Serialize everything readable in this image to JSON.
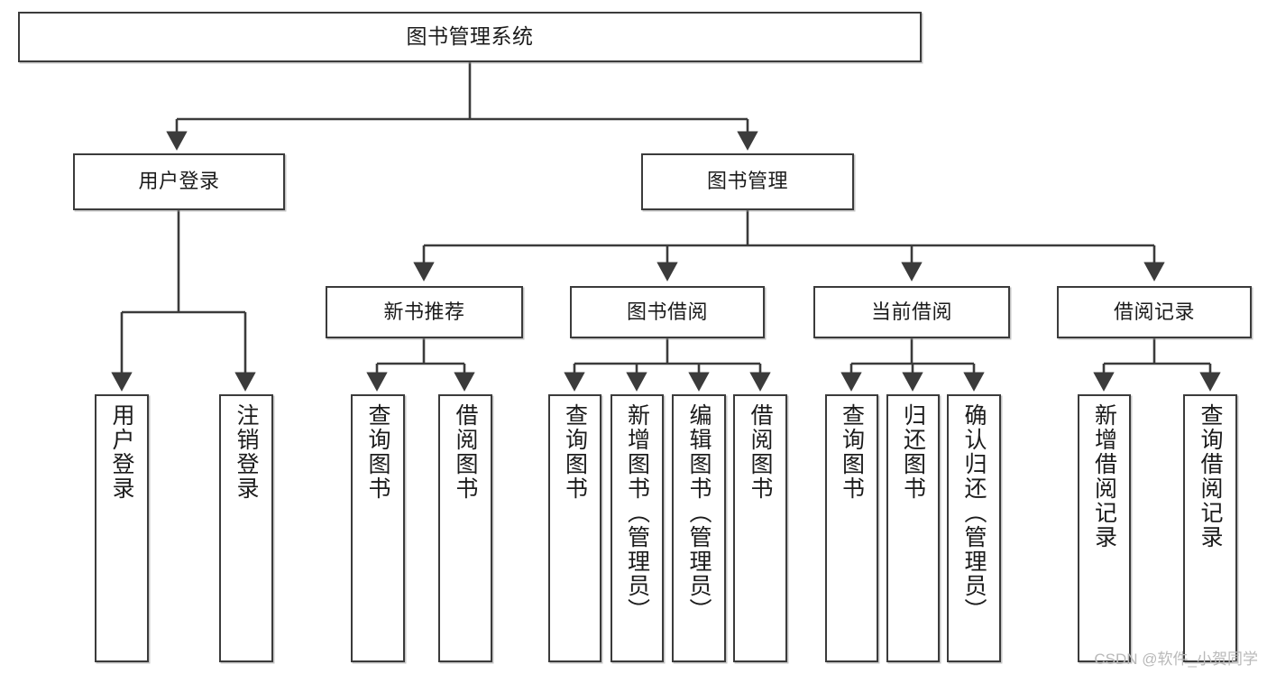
{
  "diagram": {
    "type": "tree-hierarchy",
    "title": "图书管理系统",
    "watermark": "CSDN @软件_小贺同学",
    "colors": {
      "box_border": "#3b3b3b",
      "box_fill": "#ffffff",
      "connector": "#3b3b3b",
      "text": "#1b1b1b",
      "watermark": "#b9b9b9"
    },
    "nodes": {
      "root": {
        "label": "图书管理系统"
      },
      "level2": [
        {
          "id": "user-login",
          "label": "用户登录"
        },
        {
          "id": "book-management",
          "label": "图书管理"
        }
      ],
      "level3": [
        {
          "id": "new-book-recommend",
          "label": "新书推荐"
        },
        {
          "id": "book-borrow",
          "label": "图书借阅"
        },
        {
          "id": "current-borrow",
          "label": "当前借阅"
        },
        {
          "id": "borrow-record",
          "label": "借阅记录"
        }
      ],
      "leaves": {
        "user-login": [
          {
            "id": "leaf-user-login",
            "label": "用户登录"
          },
          {
            "id": "leaf-logout",
            "label": "注销登录"
          }
        ],
        "new-book-recommend": [
          {
            "id": "leaf-query-book-1",
            "label": "查询图书"
          },
          {
            "id": "leaf-borrow-book-1",
            "label": "借阅图书"
          }
        ],
        "book-borrow": [
          {
            "id": "leaf-query-book-2",
            "label": "查询图书"
          },
          {
            "id": "leaf-add-book",
            "label": "新增图书（管理员）"
          },
          {
            "id": "leaf-edit-book",
            "label": "编辑图书（管理员）"
          },
          {
            "id": "leaf-borrow-book-2",
            "label": "借阅图书"
          }
        ],
        "current-borrow": [
          {
            "id": "leaf-query-book-3",
            "label": "查询图书"
          },
          {
            "id": "leaf-return-book",
            "label": "归还图书"
          },
          {
            "id": "leaf-confirm-return",
            "label": "确认归还（管理员）"
          }
        ],
        "borrow-record": [
          {
            "id": "leaf-add-record",
            "label": "新增借阅记录"
          },
          {
            "id": "leaf-query-record",
            "label": "查询借阅记录"
          }
        ]
      }
    }
  }
}
